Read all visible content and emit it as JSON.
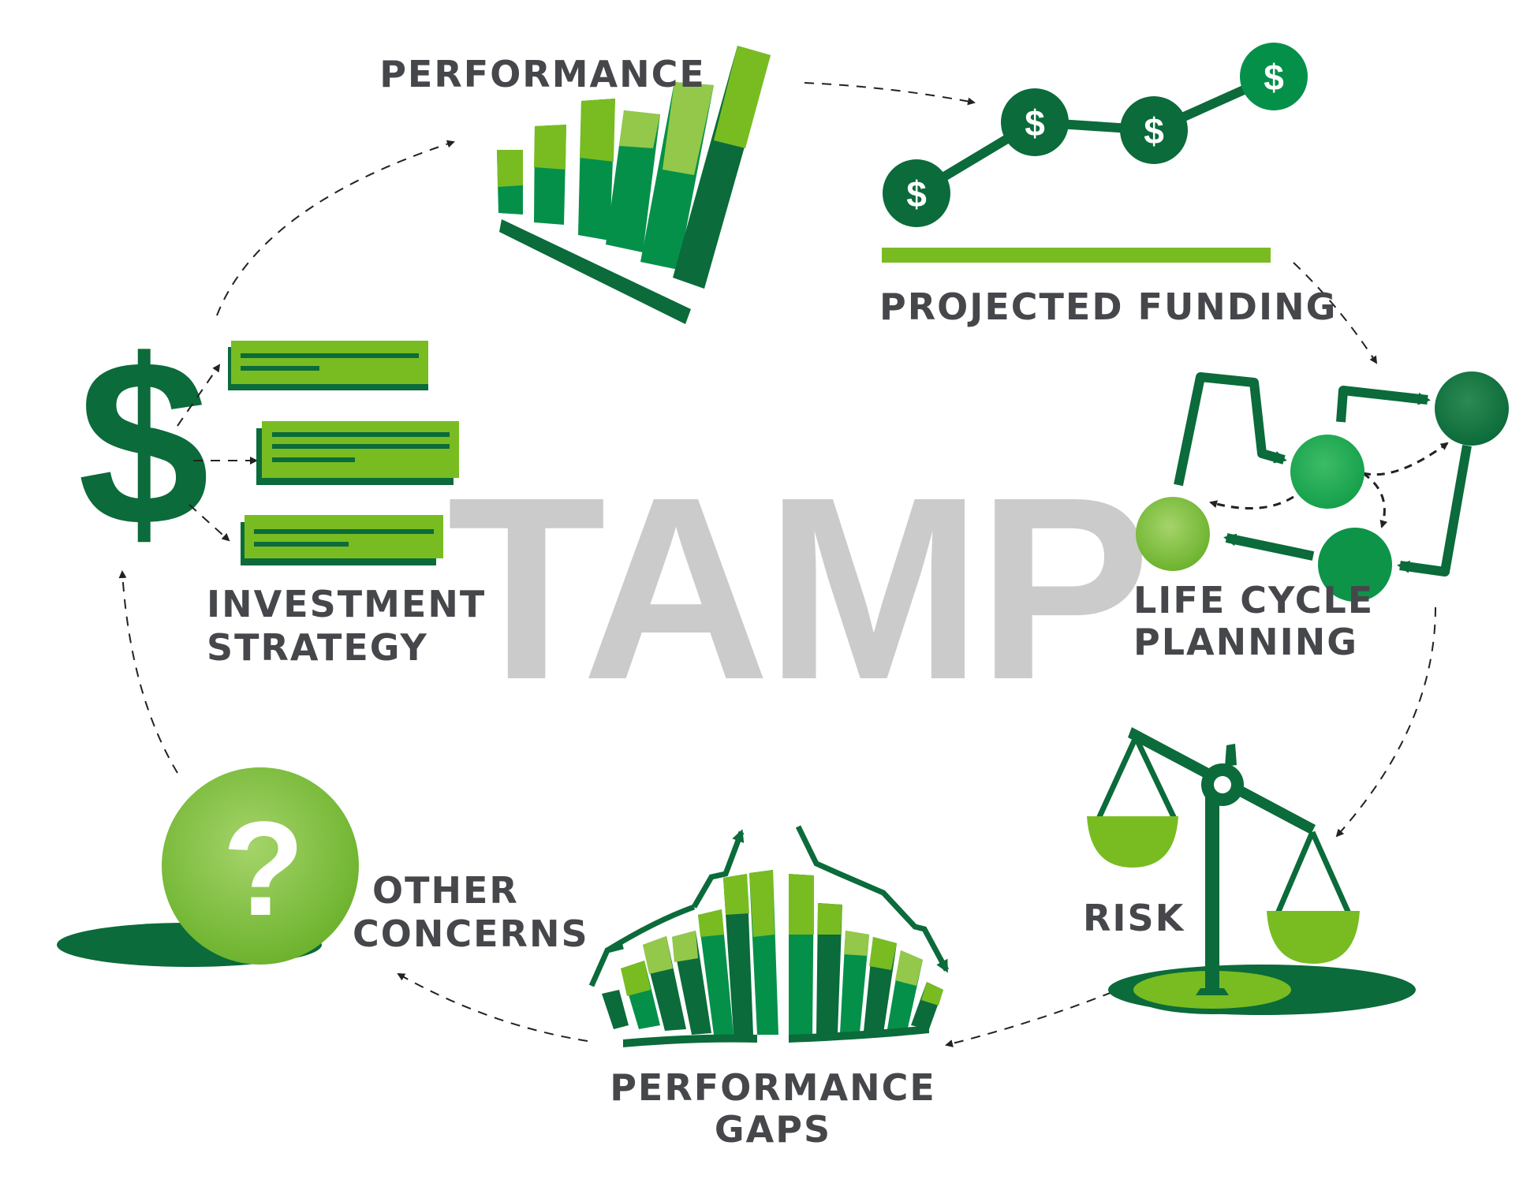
{
  "center": {
    "label": "TAMP"
  },
  "nodes": {
    "performance": {
      "label": "PERFORMANCE"
    },
    "projected_funding": {
      "label": "PROJECTED FUNDING",
      "icon": "dollar-line-chart-icon",
      "marker_symbol": "$"
    },
    "life_cycle_planning": {
      "line1": "LIFE CYCLE",
      "line2": "PLANNING",
      "icon": "circle-flow-icon"
    },
    "risk": {
      "label": "RISK",
      "icon": "balance-scale-icon"
    },
    "performance_gaps": {
      "line1": "PERFORMANCE",
      "line2": "GAPS",
      "icon": "split-bar-chart-icon"
    },
    "other_concerns": {
      "line1": "OTHER",
      "line2": "CONCERNS",
      "icon": "question-mark-icon",
      "symbol": "?"
    },
    "investment_strategy": {
      "line1": "INVESTMENT",
      "line2": "STRATEGY",
      "icon": "dollar-documents-icon",
      "symbol": "$"
    }
  },
  "colors": {
    "dark_green": "#0b6b3a",
    "mid_green": "#05904a",
    "bright_green": "#78bc22",
    "light_green": "#93c84a",
    "label_gray": "#45474b",
    "center_gray": "#cbcbcb"
  }
}
